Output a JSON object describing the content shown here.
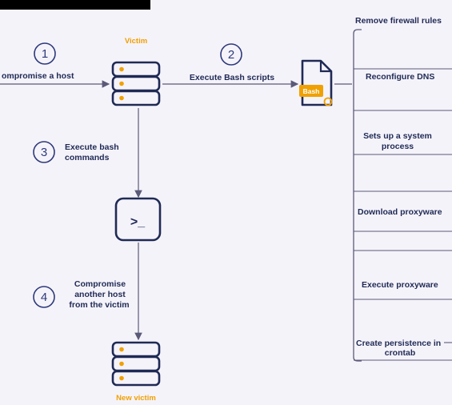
{
  "nodes": {
    "victim_label": "Victim",
    "new_victim_label": "New victim",
    "bash_file_label": "Bash"
  },
  "steps": [
    {
      "number": "1",
      "text": "ompromise a host"
    },
    {
      "number": "2",
      "text": "Execute Bash scripts"
    },
    {
      "number": "3",
      "line1": "Execute bash",
      "line2": "commands"
    },
    {
      "number": "4",
      "line1": "Compromise",
      "line2": "another host",
      "line3": "from the victim"
    }
  ],
  "actions": [
    {
      "line1": "Remove firewall rules"
    },
    {
      "line1": "Reconfigure DNS"
    },
    {
      "line1": "Sets up a system",
      "line2": "process"
    },
    {
      "line1": "Download proxyware"
    },
    {
      "line1": "Execute proxyware"
    },
    {
      "line1": "Create persistence in",
      "line2": "crontab"
    }
  ],
  "terminal_prompt": ">_",
  "colors": {
    "background": "#f5f3fa",
    "navy": "#1f2a55",
    "accent_orange": "#f0a000",
    "line": "#5a5a78"
  },
  "icons": {
    "victim": "server-stack-icon",
    "new_victim": "server-stack-icon",
    "bash_file": "file-document-icon",
    "terminal": "terminal-icon"
  }
}
